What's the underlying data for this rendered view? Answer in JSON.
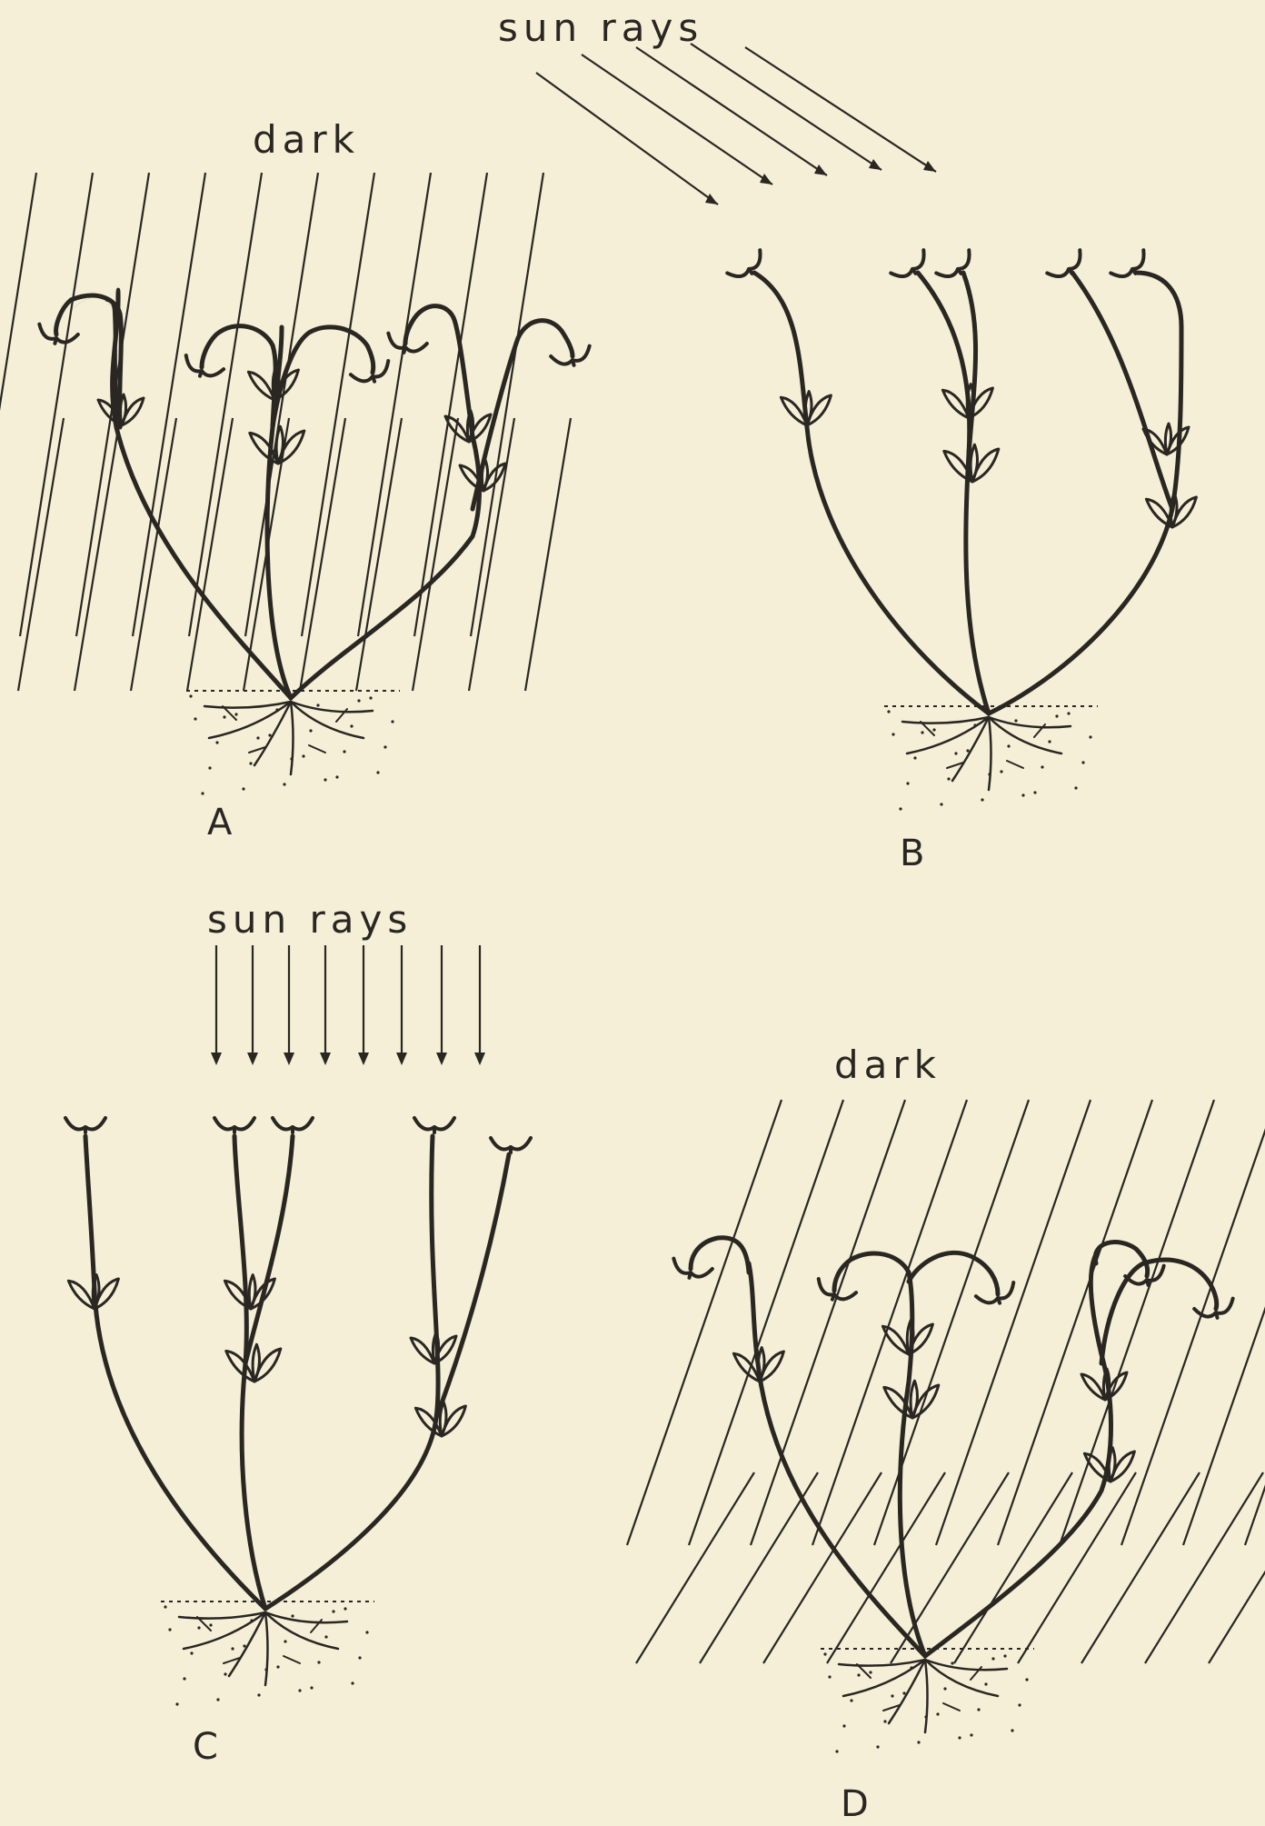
{
  "figure": {
    "background_color": "#f4efd6",
    "ink_color": "#2a2622",
    "panels": [
      {
        "id": "A",
        "label": "A",
        "condition_label": "dark",
        "light": "dark",
        "flower_orientation": "nodding"
      },
      {
        "id": "B",
        "label": "B",
        "condition_label": "sun rays",
        "light": "oblique sun",
        "flower_orientation": "facing sun"
      },
      {
        "id": "C",
        "label": "C",
        "condition_label": "sun rays",
        "light": "overhead sun",
        "flower_orientation": "upright"
      },
      {
        "id": "D",
        "label": "D",
        "condition_label": "dark",
        "light": "dark",
        "flower_orientation": "nodding"
      }
    ]
  }
}
